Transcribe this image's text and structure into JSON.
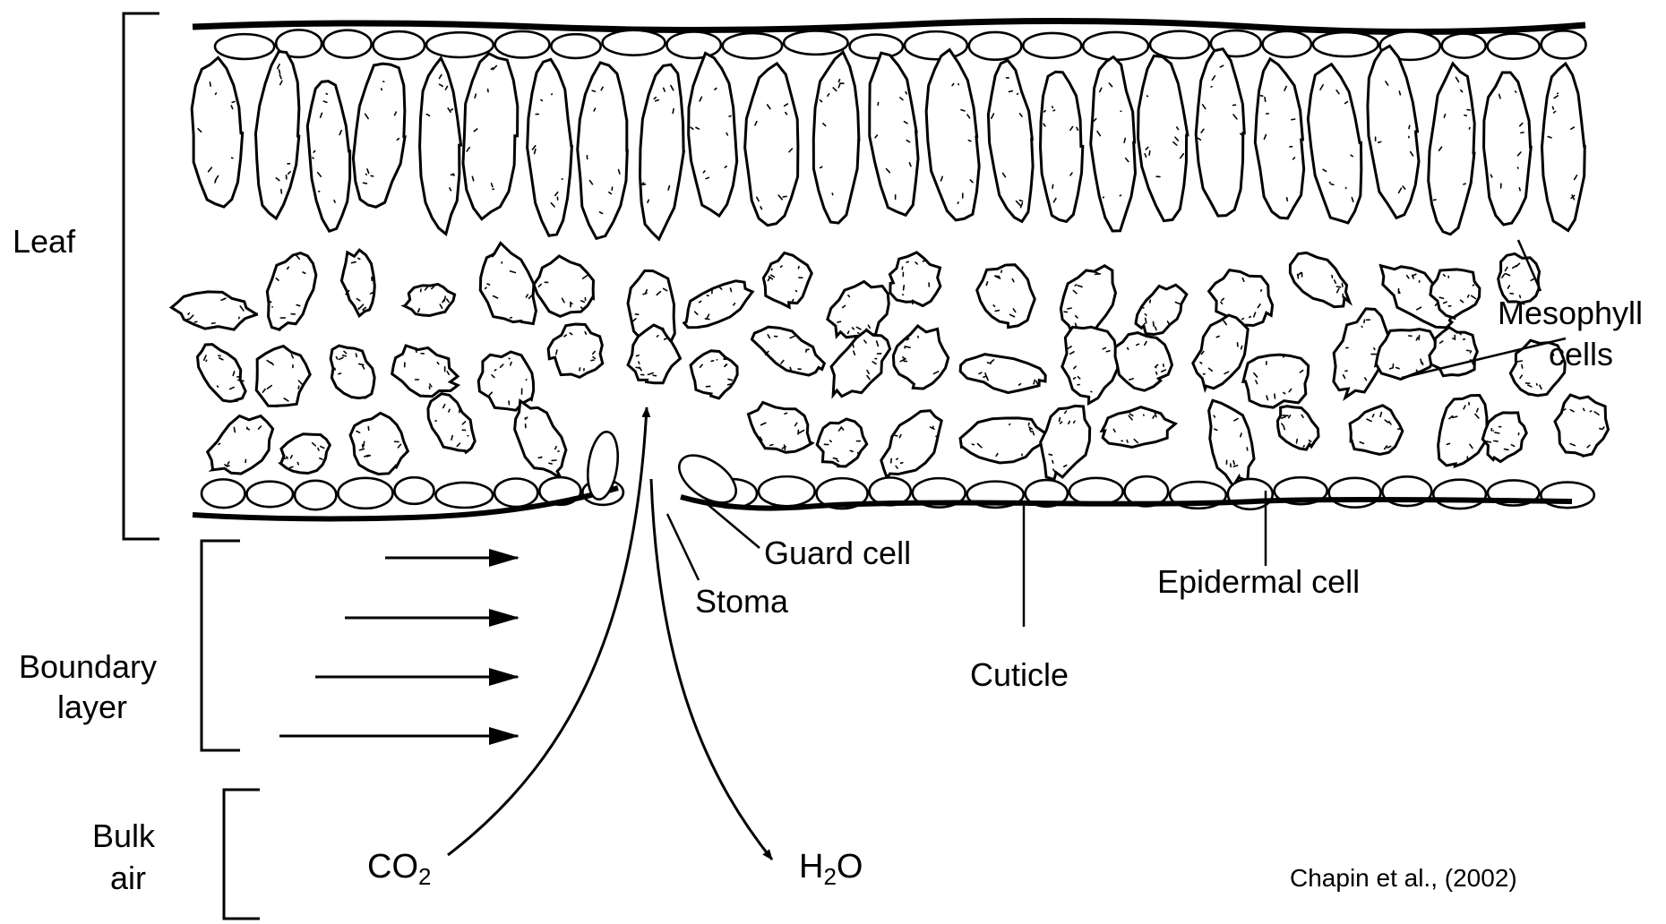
{
  "labels": {
    "leaf": "Leaf",
    "mesophyll_line1": "Mesophyll",
    "mesophyll_line2": "cells",
    "guard_cell": "Guard cell",
    "stoma": "Stoma",
    "epidermal_cell": "Epidermal cell",
    "cuticle": "Cuticle",
    "boundary_line1": "Boundary",
    "boundary_line2": "layer",
    "bulk_line1": "Bulk",
    "bulk_line2": "air",
    "co2_main": "CO",
    "co2_sub": "2",
    "h2o_h": "H",
    "h2o_sub": "2",
    "h2o_o": "O"
  },
  "citation": "Chapin et al., (2002)",
  "colors": {
    "ink": "#000000",
    "background": "#ffffff"
  }
}
